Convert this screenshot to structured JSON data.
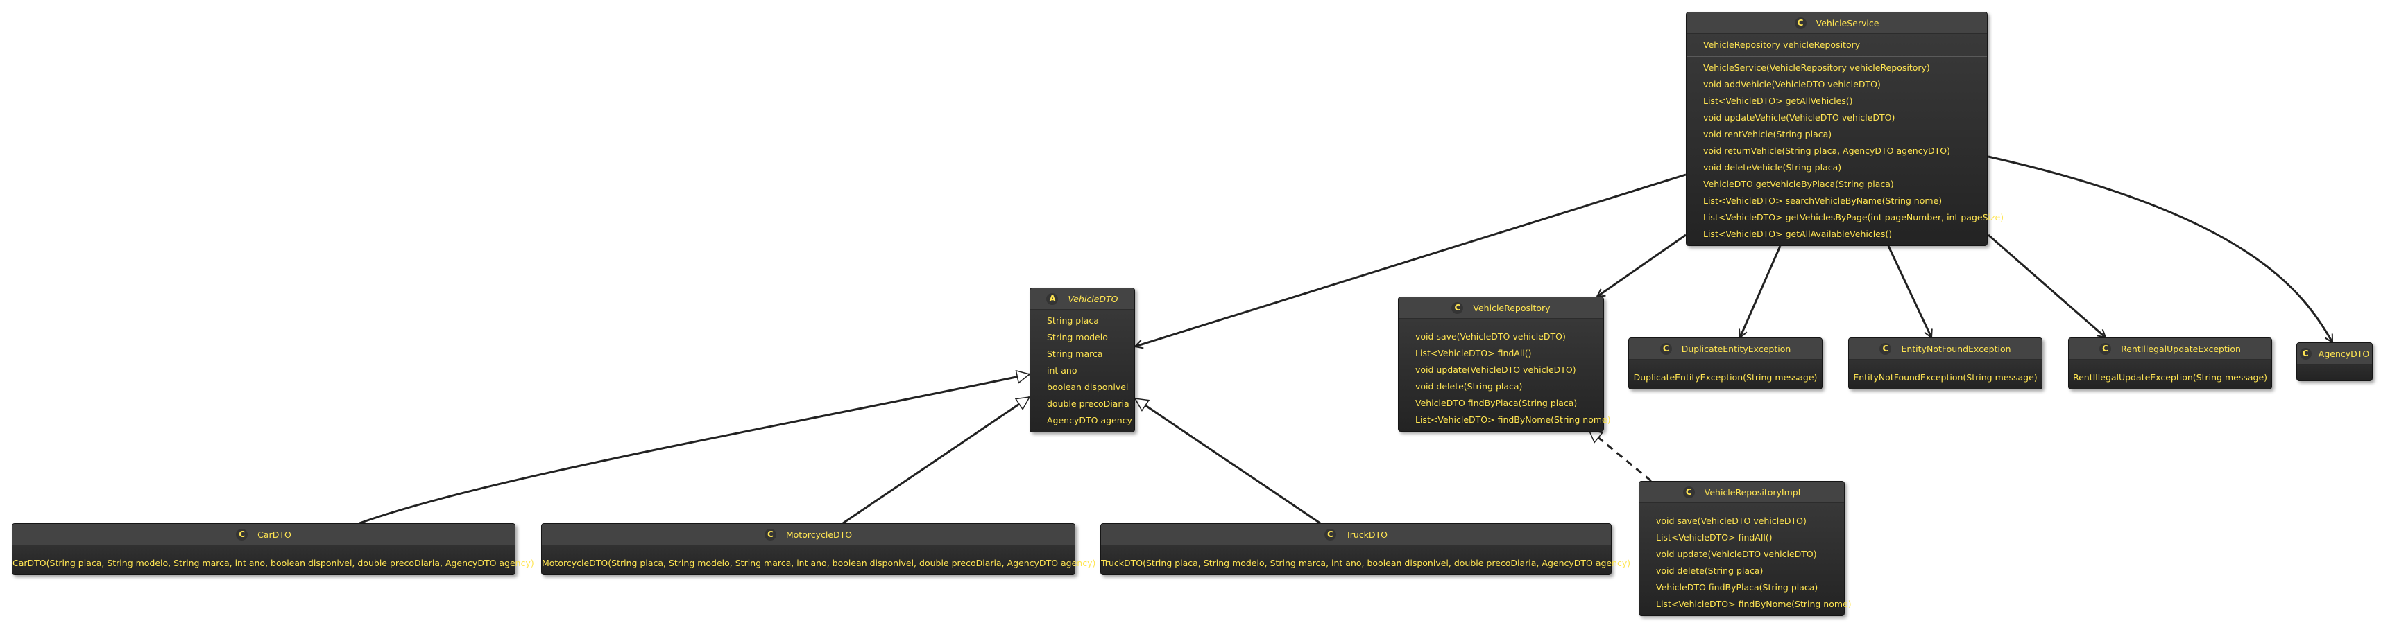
{
  "classes": {
    "vehicleService": {
      "icon": "C",
      "name": "VehicleService",
      "fields": [
        "VehicleRepository vehicleRepository"
      ],
      "methods": [
        "VehicleService(VehicleRepository vehicleRepository)",
        "void addVehicle(VehicleDTO vehicleDTO)",
        "List<VehicleDTO> getAllVehicles()",
        "void updateVehicle(VehicleDTO vehicleDTO)",
        "void rentVehicle(String placa)",
        "void returnVehicle(String placa, AgencyDTO agencyDTO)",
        "void deleteVehicle(String placa)",
        "VehicleDTO getVehicleByPlaca(String placa)",
        "List<VehicleDTO> searchVehicleByName(String nome)",
        "List<VehicleDTO> getVehiclesByPage(int pageNumber, int pageSize)",
        "List<VehicleDTO> getAllAvailableVehicles()"
      ]
    },
    "vehicleDTO": {
      "icon": "A",
      "name": "VehicleDTO",
      "fields": [
        "String placa",
        "String modelo",
        "String marca",
        "int ano",
        "boolean disponivel",
        "double precoDiaria",
        "AgencyDTO agency"
      ]
    },
    "vehicleRepository": {
      "icon": "C",
      "name": "VehicleRepository",
      "methods": [
        "void save(VehicleDTO vehicleDTO)",
        "List<VehicleDTO> findAll()",
        "void update(VehicleDTO vehicleDTO)",
        "void delete(String placa)",
        "VehicleDTO findByPlaca(String placa)",
        "List<VehicleDTO> findByNome(String nome)"
      ]
    },
    "duplicateEntityException": {
      "icon": "C",
      "name": "DuplicateEntityException",
      "methods": [
        "DuplicateEntityException(String message)"
      ]
    },
    "entityNotFoundException": {
      "icon": "C",
      "name": "EntityNotFoundException",
      "methods": [
        "EntityNotFoundException(String message)"
      ]
    },
    "rentIllegalUpdateException": {
      "icon": "C",
      "name": "RentIllegalUpdateException",
      "methods": [
        "RentIllegalUpdateException(String message)"
      ]
    },
    "agencyDTO": {
      "icon": "C",
      "name": "AgencyDTO"
    },
    "carDTO": {
      "icon": "C",
      "name": "CarDTO",
      "methods": [
        "CarDTO(String placa, String modelo, String marca, int ano, boolean disponivel, double precoDiaria, AgencyDTO agency)"
      ]
    },
    "motorcycleDTO": {
      "icon": "C",
      "name": "MotorcycleDTO",
      "methods": [
        "MotorcycleDTO(String placa, String modelo, String marca, int ano, boolean disponivel, double precoDiaria, AgencyDTO agency)"
      ]
    },
    "truckDTO": {
      "icon": "C",
      "name": "TruckDTO",
      "methods": [
        "TruckDTO(String placa, String modelo, String marca, int ano, boolean disponivel, double precoDiaria, AgencyDTO agency)"
      ]
    },
    "vehicleRepositoryImpl": {
      "icon": "C",
      "name": "VehicleRepositoryImpl",
      "methods": [
        "void save(VehicleDTO vehicleDTO)",
        "List<VehicleDTO> findAll()",
        "void update(VehicleDTO vehicleDTO)",
        "void delete(String placa)",
        "VehicleDTO findByPlaca(String placa)",
        "List<VehicleDTO> findByNome(String nome)"
      ]
    }
  },
  "relations": [
    {
      "from": "vehicleService",
      "to": "vehicleDTO",
      "kind": "association"
    },
    {
      "from": "vehicleService",
      "to": "vehicleRepository",
      "kind": "association"
    },
    {
      "from": "vehicleService",
      "to": "duplicateEntityException",
      "kind": "association"
    },
    {
      "from": "vehicleService",
      "to": "entityNotFoundException",
      "kind": "association"
    },
    {
      "from": "vehicleService",
      "to": "rentIllegalUpdateException",
      "kind": "association"
    },
    {
      "from": "vehicleService",
      "to": "agencyDTO",
      "kind": "association"
    },
    {
      "from": "carDTO",
      "to": "vehicleDTO",
      "kind": "inheritance"
    },
    {
      "from": "motorcycleDTO",
      "to": "vehicleDTO",
      "kind": "inheritance"
    },
    {
      "from": "truckDTO",
      "to": "vehicleDTO",
      "kind": "inheritance"
    },
    {
      "from": "vehicleRepositoryImpl",
      "to": "vehicleRepository",
      "kind": "realization"
    }
  ],
  "colors": {
    "box_top": "#3c3c3c",
    "box_bottom": "#232323",
    "text": "#ffe552",
    "edge": "#222222"
  }
}
